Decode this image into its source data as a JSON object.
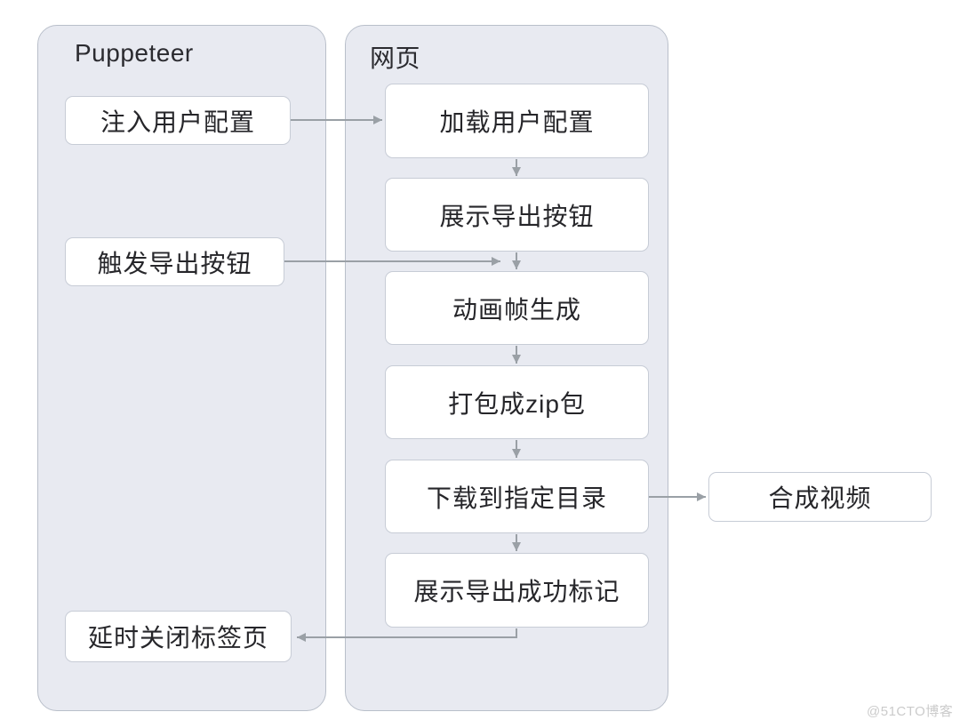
{
  "watermark": "@51CTO博客",
  "colors": {
    "lane_fill": "#e8eaf1",
    "lane_border": "#b9bfca",
    "node_fill": "#ffffff",
    "node_border": "#c7ccd6",
    "arrow": "#9aa0a6",
    "text": "#26262a",
    "watermark": "#cbcbcb"
  },
  "lanes": {
    "puppeteer": {
      "title": "Puppeteer",
      "nodes": [
        {
          "label": "注入用户配置"
        },
        {
          "label": "触发导出按钮"
        },
        {
          "label": "延时关闭标签页"
        }
      ]
    },
    "webpage": {
      "title": "网页",
      "nodes": [
        {
          "label": "加载用户配置"
        },
        {
          "label": "展示导出按钮"
        },
        {
          "label": "动画帧生成"
        },
        {
          "label": "打包成zip包"
        },
        {
          "label": "下载到指定目录"
        },
        {
          "label": "展示导出成功标记"
        }
      ]
    }
  },
  "external_nodes": [
    {
      "label": "合成视频"
    }
  ],
  "edges": [
    {
      "from": "注入用户配置",
      "to": "加载用户配置"
    },
    {
      "from": "加载用户配置",
      "to": "展示导出按钮"
    },
    {
      "from": "触发导出按钮",
      "to": "动画帧生成"
    },
    {
      "from": "展示导出按钮",
      "to": "动画帧生成"
    },
    {
      "from": "动画帧生成",
      "to": "打包成zip包"
    },
    {
      "from": "打包成zip包",
      "to": "下载到指定目录"
    },
    {
      "from": "下载到指定目录",
      "to": "展示导出成功标记"
    },
    {
      "from": "下载到指定目录",
      "to": "合成视频"
    },
    {
      "from": "展示导出成功标记",
      "to": "延时关闭标签页"
    }
  ]
}
